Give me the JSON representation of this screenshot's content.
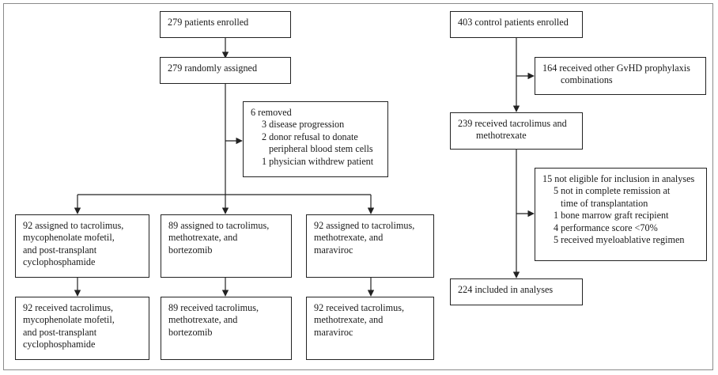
{
  "left": {
    "enrolled": "279 patients enrolled",
    "randomised": "279 randomly assigned",
    "removed": {
      "title": "6 removed",
      "reasons": [
        "3 disease progression",
        "2 donor refusal to donate",
        "peripheral blood stem cells",
        "1 physician withdrew patient"
      ]
    },
    "arms": [
      {
        "assigned": [
          "92 assigned to tacrolimus,",
          "mycophenolate mofetil,",
          "and post-transplant",
          "cyclophosphamide"
        ],
        "received": [
          "92 received tacrolimus,",
          "mycophenolate mofetil,",
          "and post-transplant",
          "cyclophosphamide"
        ]
      },
      {
        "assigned": [
          "89 assigned to tacrolimus,",
          "methotrexate, and",
          "bortezomib"
        ],
        "received": [
          "89 received tacrolimus,",
          "methotrexate, and",
          "bortezomib"
        ]
      },
      {
        "assigned": [
          "92 assigned to tacrolimus,",
          "methotrexate, and",
          "maraviroc"
        ],
        "received": [
          "92 received tacrolimus,",
          "methotrexate, and",
          "maraviroc"
        ]
      }
    ]
  },
  "right": {
    "enrolled": "403 control patients enrolled",
    "other": [
      "164 received other GvHD prophylaxis",
      "combinations"
    ],
    "received": [
      "239 received tacrolimus and",
      "methotrexate"
    ],
    "not_eligible": {
      "title": "15 not eligible for inclusion in analyses",
      "reasons": [
        "5 not in complete remission at",
        "time of transplantation",
        "1 bone marrow graft recipient",
        "4 performance score <70%",
        "5 received myeloablative regimen"
      ]
    },
    "included": "224 included in analyses"
  }
}
